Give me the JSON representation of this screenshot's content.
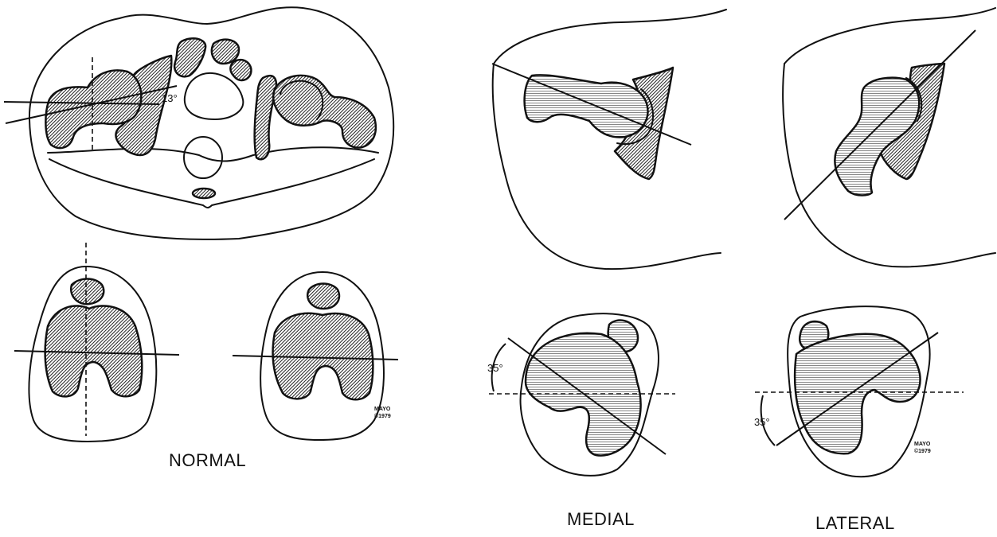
{
  "labels": {
    "normal": "NORMAL",
    "medial": "MEDIAL",
    "lateral": "LATERAL"
  },
  "angles": {
    "hip": "13°",
    "medial": "35°",
    "lateral": "35°"
  },
  "marks": [
    {
      "line1": "MAYO",
      "line2": "©1979"
    },
    {
      "line1": "MAYO",
      "line2": "©1979"
    }
  ]
}
